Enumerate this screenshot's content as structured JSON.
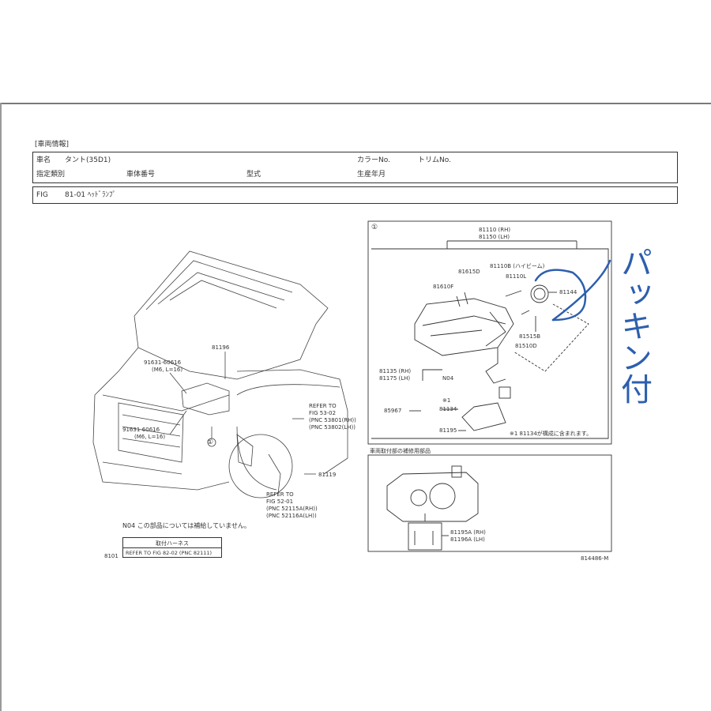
{
  "header": {
    "section_title": "[車両情報]",
    "name_label": "車名",
    "name_value": "タント(35D1)",
    "color_label": "カラーNo.",
    "trim_label": "トリムNo.",
    "class_label": "指定類別",
    "body_label": "車体番号",
    "model_label": "型式",
    "date_label": "生産年月",
    "fig_label": "FIG",
    "fig_value": "81-01 ﾍｯﾄﾞﾗﾝﾌﾟ"
  },
  "left_diagram": {
    "p81196": "81196",
    "bolt_top": "91631-60616",
    "bolt_top_spec": "(M6, L=16)",
    "bolt_bot": "91631-60616",
    "bolt_bot_spec": "(M6, L=16)",
    "marker": "①",
    "p81119": "81119",
    "ref1": [
      "REFER TO",
      "FIG  53-02",
      "(PNC 53801(RH))",
      "(PNC 53802(LH))"
    ],
    "ref2": [
      "REFER TO",
      "FIG  52-01",
      "(PNC 52115A(RH))",
      "(PNC 52116A(LH))"
    ],
    "note_n04": "N04  この部品については補給していません。",
    "harness_title": "取付ハーネス",
    "harness_ref": "REFER TO FIG 82-02 (PNC 82111)",
    "page_id": "8101"
  },
  "right_diagram": {
    "marker": "①",
    "p81110": "81110 (RH)",
    "p81150": "81150 (LH)",
    "p81615d": "81615D",
    "p81110b": "81110B (ハイビーム)",
    "p81110l": "81110L",
    "p81610f": "81610F",
    "p81144": "81144",
    "p81515b": "81515B",
    "p81510d": "81510D",
    "p81135": "81135 (RH)",
    "p81175": "81175 (LH)",
    "n04": "N04",
    "star": "※1",
    "p85967": "85967",
    "p81134": "81134",
    "p81195": "81195",
    "note": "※1  81134が構成に含まれます。"
  },
  "sub_diagram": {
    "title": "車両取付部の補修用部品",
    "p81195a": "81195A (RH)",
    "p81196a": "81196A (LH)"
  },
  "drawing_number": "814486-M",
  "handwritten": "パッキン付",
  "colors": {
    "ink": "#333333",
    "handwriting": "#2d5fae"
  }
}
